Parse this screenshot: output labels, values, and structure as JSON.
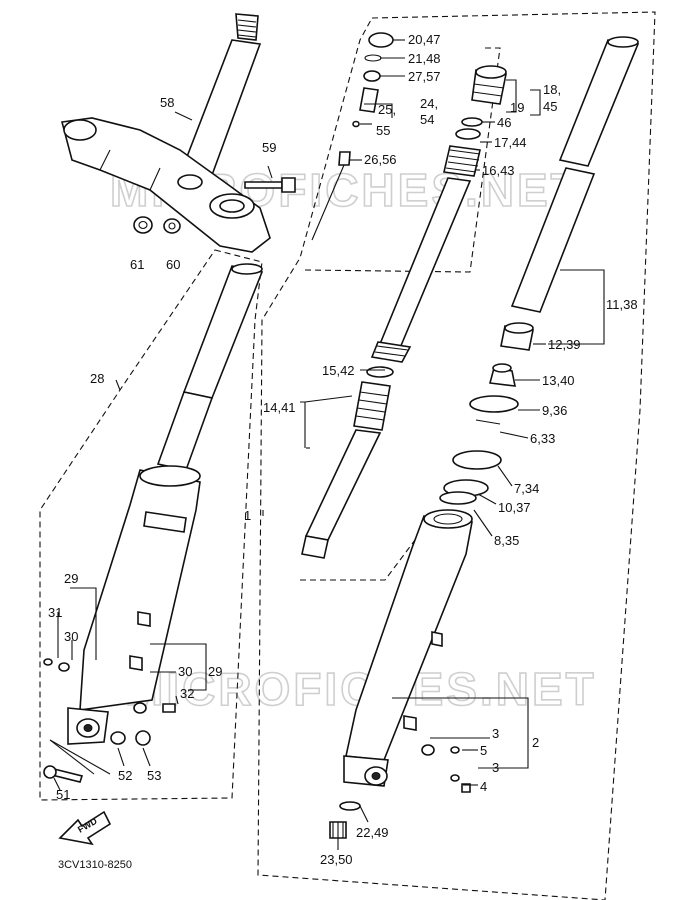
{
  "watermarks": [
    "MICROFICHES.NET",
    "MICROFICHES.NET"
  ],
  "drawing_code": "3CV1310-8250",
  "fwd_mark": "FWD",
  "labels": {
    "l2047": "20,47",
    "l2148": "21,48",
    "l2757": "27,57",
    "l1845a": "18,",
    "l1845b": "45",
    "l19": "19",
    "l2454a": "25,",
    "l2454b": "24,",
    "l2454c": "54",
    "l46": "46",
    "l55": "55",
    "l1744": "17,44",
    "l2656": "26,56",
    "l1643": "16,43",
    "l58": "58",
    "l59": "59",
    "l61": "61",
    "l60": "60",
    "l1138": "11,38",
    "l1239": "12,39",
    "l1340": "13,40",
    "l936": "9,36",
    "l633": "6,33",
    "l1542": "15,42",
    "l1441": "14,41",
    "l28": "28",
    "l734": "7,34",
    "l1037": "10,37",
    "l835": "8,35",
    "l1": "1",
    "l29a": "29",
    "l31": "31",
    "l30a": "30",
    "l30b": "30",
    "l29b": "29",
    "l32": "32",
    "l3a": "3",
    "l5": "5",
    "l2": "2",
    "l3b": "3",
    "l4": "4",
    "l52": "52",
    "l53": "53",
    "l51": "51",
    "l2249": "22,49",
    "l2350": "23,50"
  }
}
